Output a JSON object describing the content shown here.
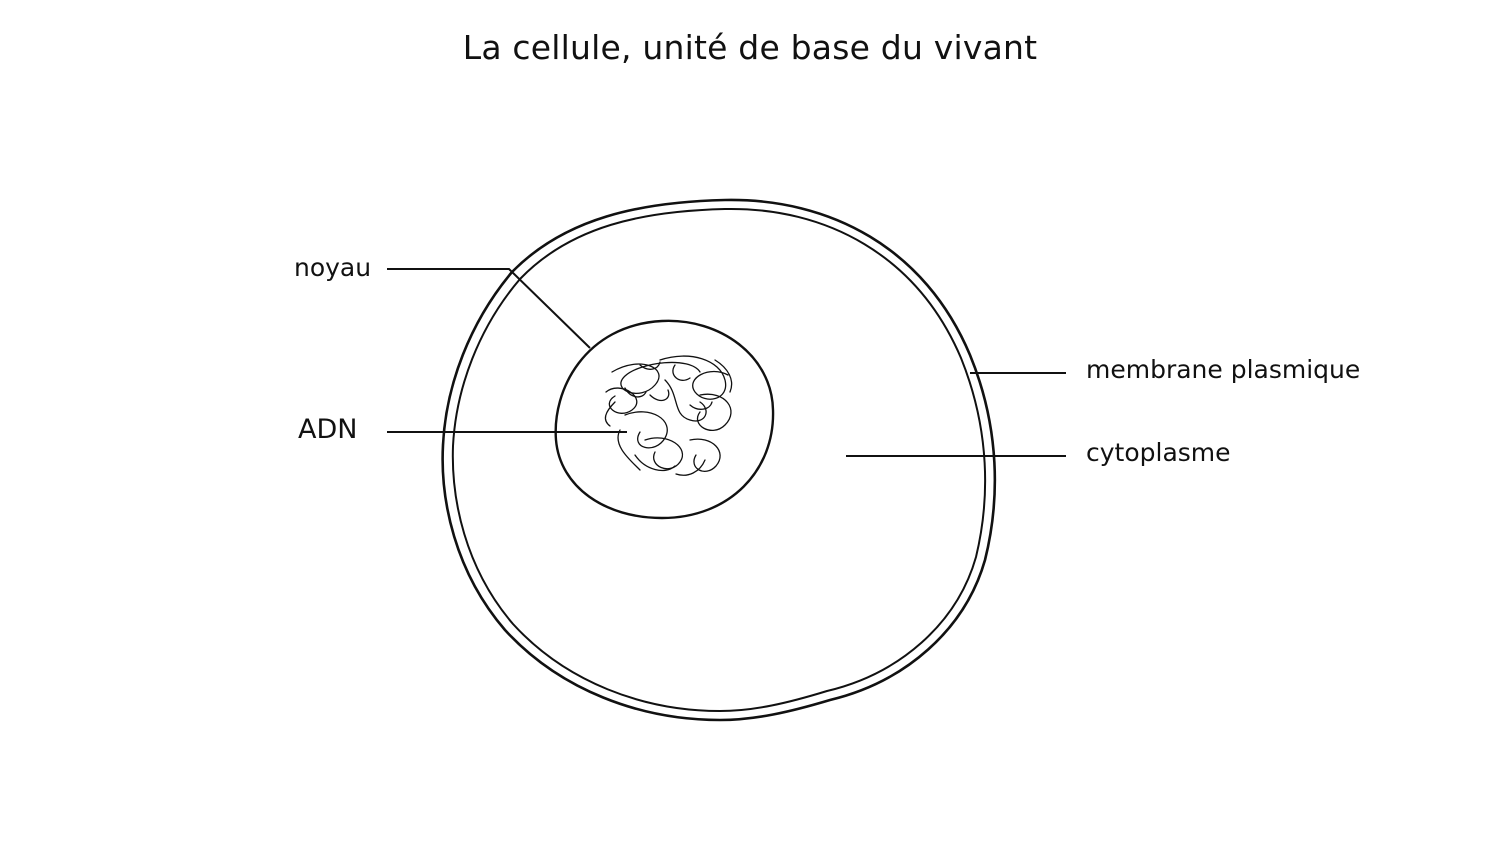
{
  "title": "La cellule, unité de base du vivant",
  "labels": {
    "noyau": "noyau",
    "adn": "ADN",
    "membrane": "membrane plasmique",
    "cytoplasme": "cytoplasme"
  },
  "colors": {
    "line": "#111111",
    "background": "#ffffff"
  }
}
